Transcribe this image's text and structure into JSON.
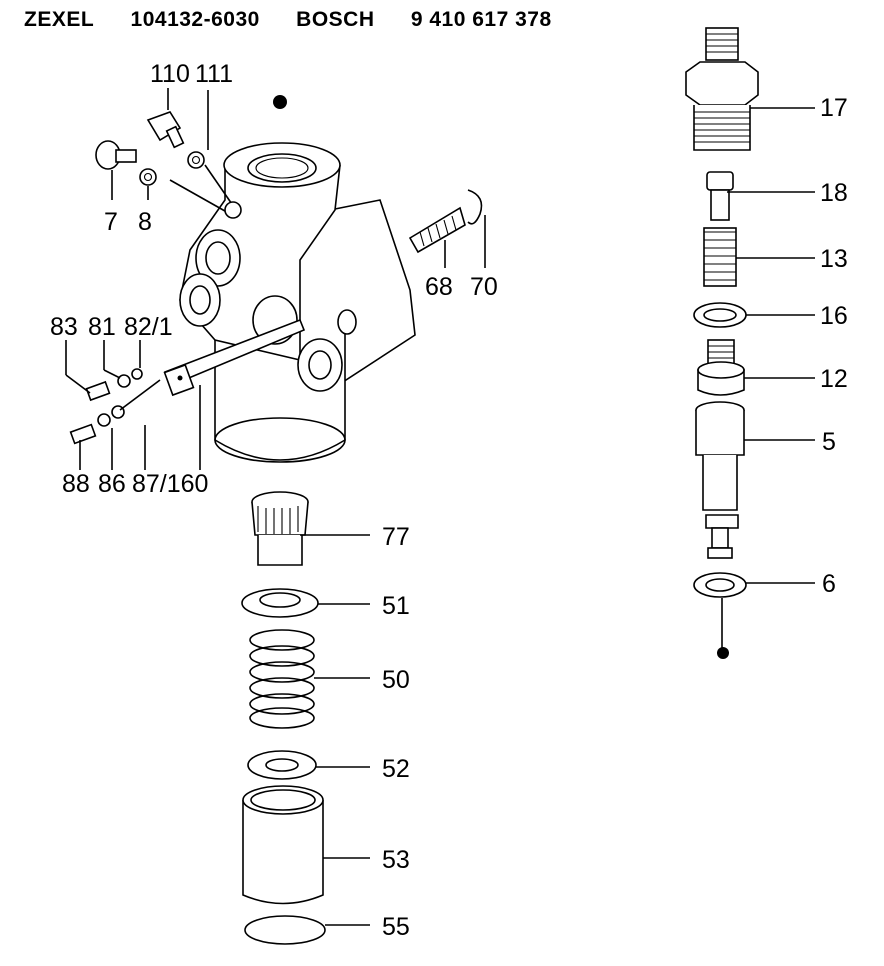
{
  "header": {
    "brand": "ZEXEL",
    "part_no": "104132-6030",
    "oem": "BOSCH",
    "oem_no": "9 410 617 378"
  },
  "labels": {
    "l110": "110",
    "l111": "111",
    "l7": "7",
    "l8": "8",
    "l68": "68",
    "l70": "70",
    "l83": "83",
    "l81": "81",
    "l82_1": "82/1",
    "l88": "88",
    "l86": "86",
    "l87_160": "87/160",
    "l77": "77",
    "l51": "51",
    "l50": "50",
    "l52": "52",
    "l53": "53",
    "l55": "55",
    "l17": "17",
    "l18": "18",
    "l13": "13",
    "l16": "16",
    "l12": "12",
    "l5": "5",
    "l6": "6"
  }
}
